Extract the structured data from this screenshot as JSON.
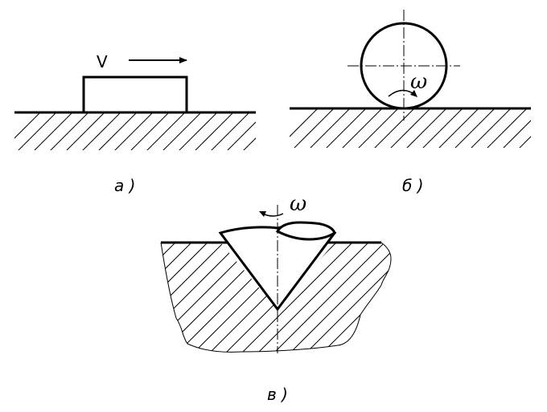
{
  "figure_a": {
    "velocity_label": "V",
    "caption": "а )"
  },
  "figure_b": {
    "omega_label": "ω",
    "caption": "б )"
  },
  "figure_c": {
    "omega_label": "ω",
    "caption": "в )"
  }
}
